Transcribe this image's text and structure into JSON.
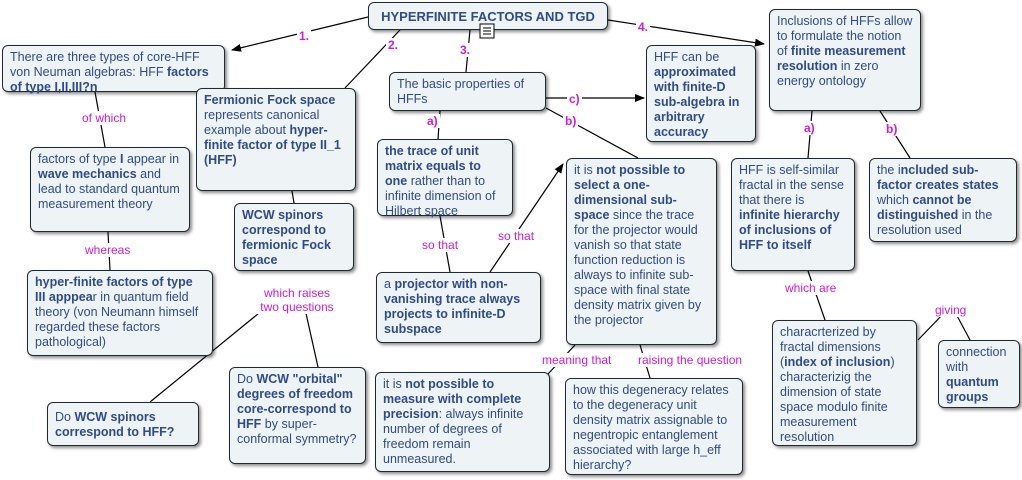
{
  "title": "HYPERFINITE FACTORS AND TGD",
  "nodes": {
    "three_types": [
      "There are three types of core-HFF von Neuman algebras: HFF ",
      "factors of type I,II,III?n"
    ],
    "type_i": [
      "factors of type ",
      "I",
      " appear in ",
      "wave mechanics",
      " and lead to standard quantum measurement theory"
    ],
    "type_iii": [
      "hyper-finite factors of type III apppea",
      "r in quantum field theory (von Neumann himself regarded these factors  pathological)"
    ],
    "wcw_q1": [
      "Do ",
      "WCW spinors correspond  to HFF?"
    ],
    "fock": [
      "Fermionic Fock space",
      " represents canonical example about ",
      "hyper-finite factor of type II_1 (HFF)"
    ],
    "wcw_fock": "WCW spinors correspond to fermionic Fock space",
    "wcw_q2": [
      "Do  ",
      "WCW \"orbital\" degrees  of  freedom core-correspond to HFF",
      " by super-conformal symmetry?"
    ],
    "basic": "The basic properties of HFFs",
    "trace": [
      "the trace of unit matrix equals to one",
      " rather than to  infinite dimension of Hilbert space"
    ],
    "projector": [
      "a ",
      "projector with non-vanishing trace always projects to infinite-D subspace"
    ],
    "not_possible": [
      "it is ",
      "not possible to select  a one-dimensional sub-space",
      "  since the trace for the projector would vanish so that state function reduction is always to infinite sub-space with final state density matrix given by the projector"
    ],
    "precision": [
      "it is ",
      "not possible to measure with complete precision",
      ": always infinite number of degrees of freedom remain unmeasured."
    ],
    "degeneracy": "how this degeneracy relates to the degeneracy unit density matrix assignable to negentropic entanglement associated with large h_eff hierarchy?",
    "approx": [
      "HFF can be ",
      "approximated with finite-D sub-algebra in arbitrary accuracy"
    ],
    "inclusions": [
      "Inclusions of HFFs allow to formulate the notion of ",
      "finite measurement resolution",
      "  in zero energy ontology"
    ],
    "self_similar": [
      "HFF is self-similar fractal in the sense that there is ",
      "infinite hierarchy of inclusions of HFF to itself"
    ],
    "included": [
      "the i",
      "ncluded sub-factor creates states",
      " which ",
      "cannot be distinguished",
      " in the resolution used"
    ],
    "fractal_dim": [
      "characrterized by fractal dimensions (",
      "index of inclusion",
      ") characterizig the dimension of state space modulo finite measurement resolution"
    ],
    "quantum_groups": [
      "connection with ",
      "quantum groups"
    ]
  },
  "labels": {
    "n1": "1.",
    "n2": "2.",
    "n3": "3.",
    "n4": "4.",
    "of_which": "of which",
    "whereas": "whereas",
    "raises": "which raises two questions",
    "a_left": "a)",
    "b_left": "b)",
    "c_left": "c)",
    "so_that_1": "so that",
    "so_that_2": "so that",
    "meaning": "meaning that",
    "raising": "raising the question",
    "a_right": "a)",
    "b_right": "b)",
    "which_are": "which are",
    "giving": "giving"
  },
  "colors": {
    "link_label": "#d11ad1",
    "node_text": "#2f4a8f",
    "node_bg": "#eef3f6",
    "border": "#1f2a30"
  },
  "icons": {
    "title_icon": "document-icon"
  }
}
